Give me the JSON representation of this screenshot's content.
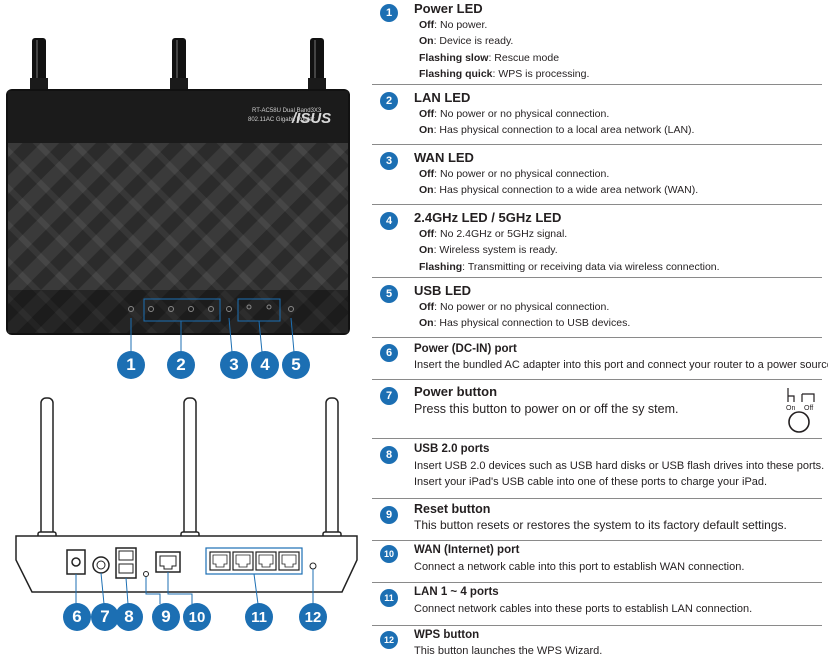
{
  "router_front": {
    "brand": "/ISUS",
    "model_line1": "RT-AC58U Dual Band3X3",
    "model_line2": "802.11AC Gigabit Router"
  },
  "callouts_front": [
    "1",
    "2",
    "3",
    "4",
    "5"
  ],
  "callouts_back": [
    "6",
    "7",
    "8",
    "9",
    "10",
    "11",
    "12"
  ],
  "items": [
    {
      "num": "1",
      "title": "Power LED",
      "lines": [
        {
          "label": "Off",
          "text": ": No power."
        },
        {
          "label": "On",
          "text": ": Device is ready."
        },
        {
          "label": "Flashing slow",
          "text": ": Rescue mode"
        },
        {
          "label": "Flashing quick",
          "text": ": WPS is processing."
        }
      ]
    },
    {
      "num": "2",
      "title": "LAN LED",
      "lines": [
        {
          "label": "Off",
          "text": ": No power or no physical connection."
        },
        {
          "label": "On",
          "text": ": Has physical connection to a local area network (LAN)."
        }
      ]
    },
    {
      "num": "3",
      "title": "WAN LED",
      "lines": [
        {
          "label": "Off",
          "text": ": No power or no physical connection."
        },
        {
          "label": "On",
          "text": ": Has physical connection to a wide area network (WAN)."
        }
      ]
    },
    {
      "num": "4",
      "title": "2.4GHz LED / 5GHz LED",
      "lines": [
        {
          "label": "Off",
          "text": ": No 2.4GHz or 5GHz signal."
        },
        {
          "label": "On",
          "text": ": Wireless system is ready."
        },
        {
          "label": "Flashing",
          "text": ": Transmitting or receiving data via wireless connection."
        }
      ]
    },
    {
      "num": "5",
      "title": "USB LED",
      "lines": [
        {
          "label": "Off",
          "text": ": No power or no physical connection."
        },
        {
          "label": "On",
          "text": ": Has physical connection to USB devices."
        }
      ]
    },
    {
      "num": "6",
      "title": "Power (DC-IN) port",
      "text": [
        "Insert the bundled AC adapter into this port and connect your router to a power source."
      ]
    },
    {
      "num": "7",
      "title": "Power button",
      "text": [
        "Press this button to power on or off the sy stem."
      ],
      "icon_on": "On",
      "icon_off": "Off"
    },
    {
      "num": "8",
      "title": "USB 2.0 ports",
      "text": [
        "Insert USB 2.0 devices such as USB hard disks or USB flash drives into these ports.",
        "Insert your iPad's USB cable into one of these ports to charge your iPad."
      ]
    },
    {
      "num": "9",
      "title": "Reset button",
      "text": [
        "This button resets or restores the system to its factory default settings."
      ]
    },
    {
      "num": "10",
      "title": "WAN (Internet) port",
      "text": [
        "Connect a network cable into this port to establish WAN connection."
      ]
    },
    {
      "num": "11",
      "title": "LAN 1 ~ 4 ports",
      "text": [
        "Connect network cables into these ports to establish LAN connection."
      ]
    },
    {
      "num": "12",
      "title": "WPS button",
      "text": [
        "This button launches the WPS Wizard."
      ]
    }
  ],
  "colors": {
    "accent": "#1c6fb3",
    "router_body": "#1e1e1e",
    "text": "#231f20"
  }
}
